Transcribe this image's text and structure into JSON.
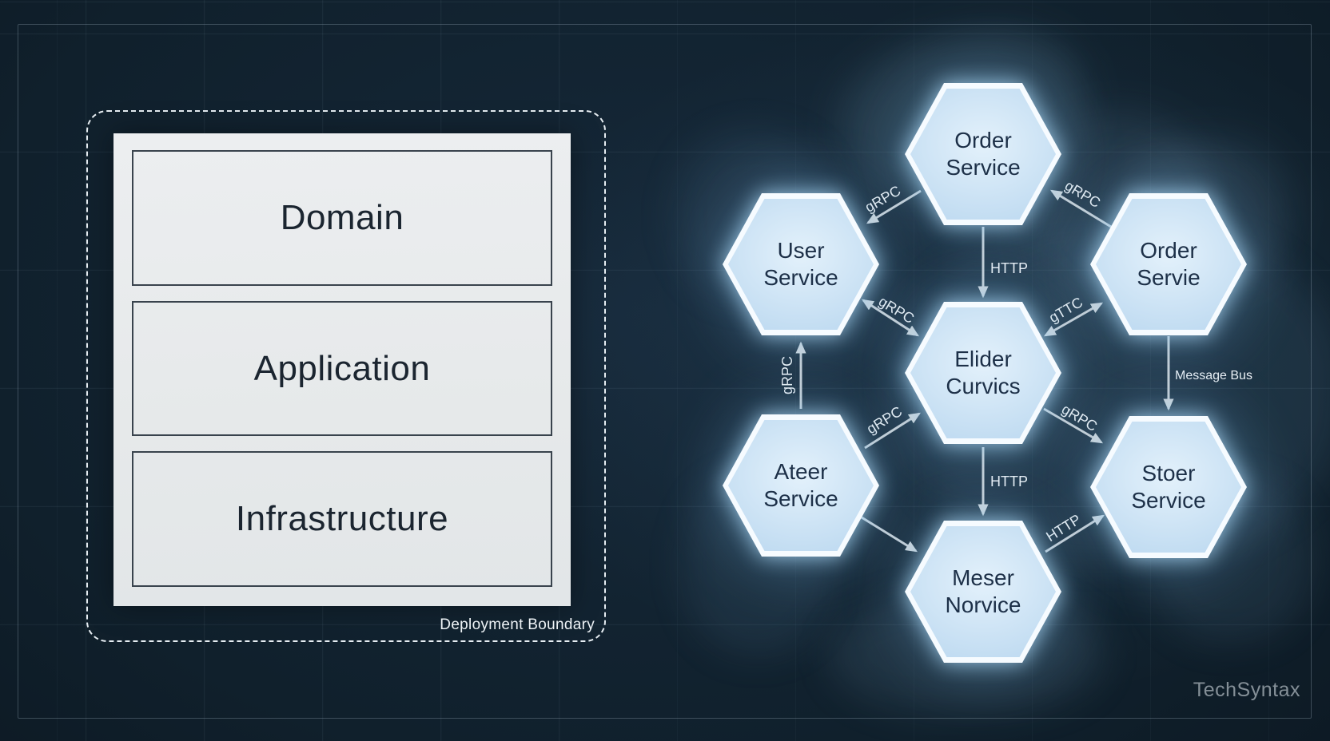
{
  "palette": {
    "background": "#10202c",
    "hex_fill": "#c3ddf2",
    "hex_text": "#1d3048",
    "arrow": "#c9d1d7",
    "panel": "#e9ebed",
    "panel_text": "#1b2530",
    "dashed_boundary": "#e6edf2",
    "watermark_text": "#848f97"
  },
  "watermark": "TechSyntax",
  "boundary": {
    "label": "Deployment Boundary",
    "layers": [
      {
        "label": "Domain"
      },
      {
        "label": "Application"
      },
      {
        "label": "Infrastructure"
      }
    ]
  },
  "network": {
    "nodes": [
      {
        "id": "order-service-top",
        "line1": "Order",
        "line2": "Service"
      },
      {
        "id": "user-service",
        "line1": "User",
        "line2": "Service"
      },
      {
        "id": "order-service-right",
        "line1": "Order",
        "line2": "Servie"
      },
      {
        "id": "central-service",
        "line1": "Elider",
        "line2": "Curvics"
      },
      {
        "id": "ateer-service",
        "line1": "Ateer",
        "line2": "Service"
      },
      {
        "id": "stoer-service",
        "line1": "Stoer",
        "line2": "Service"
      },
      {
        "id": "meser-service",
        "line1": "Meser",
        "line2": "Norvice"
      }
    ],
    "edges": [
      {
        "from": "order-service-top",
        "to": "user-service",
        "label": "gRPC"
      },
      {
        "from": "order-service-right",
        "to": "order-service-top",
        "label": "gRPC"
      },
      {
        "from": "order-service-top",
        "to": "central-service",
        "label": "HTTP"
      },
      {
        "from": "user-service",
        "to": "central-service",
        "label": "gRPC",
        "bidirectional": true
      },
      {
        "from": "central-service",
        "to": "order-service-right",
        "label": "gTTC",
        "bidirectional": true
      },
      {
        "from": "order-service-right",
        "to": "stoer-service",
        "label": "Message Bus"
      },
      {
        "from": "ateer-service",
        "to": "user-service",
        "label": "gRPC"
      },
      {
        "from": "ateer-service",
        "to": "central-service",
        "label": "gRPC"
      },
      {
        "from": "central-service",
        "to": "stoer-service",
        "label": "gRPC"
      },
      {
        "from": "central-service",
        "to": "meser-service",
        "label": "HTTP"
      },
      {
        "from": "ateer-service",
        "to": "meser-service",
        "label": ""
      },
      {
        "from": "meser-service",
        "to": "stoer-service",
        "label": "HTTP"
      }
    ]
  }
}
